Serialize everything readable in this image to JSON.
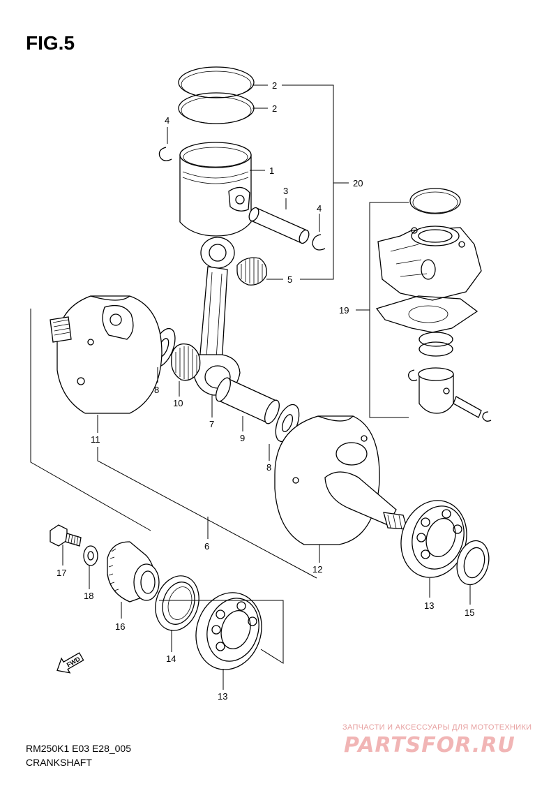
{
  "figure": {
    "title": "FIG.5",
    "model_code": "RM250K1 E03 E28_005",
    "caption": "CRANKSHAFT"
  },
  "callouts": [
    {
      "id": "c2a",
      "label": "2"
    },
    {
      "id": "c2b",
      "label": "2"
    },
    {
      "id": "c4a",
      "label": "4"
    },
    {
      "id": "c1",
      "label": "1"
    },
    {
      "id": "c3",
      "label": "3"
    },
    {
      "id": "c4b",
      "label": "4"
    },
    {
      "id": "c20",
      "label": "20"
    },
    {
      "id": "c5",
      "label": "5"
    },
    {
      "id": "c19",
      "label": "19"
    },
    {
      "id": "c8a",
      "label": "8"
    },
    {
      "id": "c10",
      "label": "10"
    },
    {
      "id": "c7",
      "label": "7"
    },
    {
      "id": "c9",
      "label": "9"
    },
    {
      "id": "c11",
      "label": "11"
    },
    {
      "id": "c8b",
      "label": "8"
    },
    {
      "id": "c6",
      "label": "6"
    },
    {
      "id": "c12",
      "label": "12"
    },
    {
      "id": "c17",
      "label": "17"
    },
    {
      "id": "c18",
      "label": "18"
    },
    {
      "id": "c16",
      "label": "16"
    },
    {
      "id": "c14",
      "label": "14"
    },
    {
      "id": "c13a",
      "label": "13"
    },
    {
      "id": "c13b",
      "label": "13"
    },
    {
      "id": "c15",
      "label": "15"
    }
  ],
  "direction_badge": {
    "label": "FWD"
  },
  "watermark": {
    "text": "ЗАПЧАСТИ И АКСЕССУАРЫ ДЛЯ МОТОТЕХНИКИ",
    "logo": "PARTSFOR.RU"
  }
}
